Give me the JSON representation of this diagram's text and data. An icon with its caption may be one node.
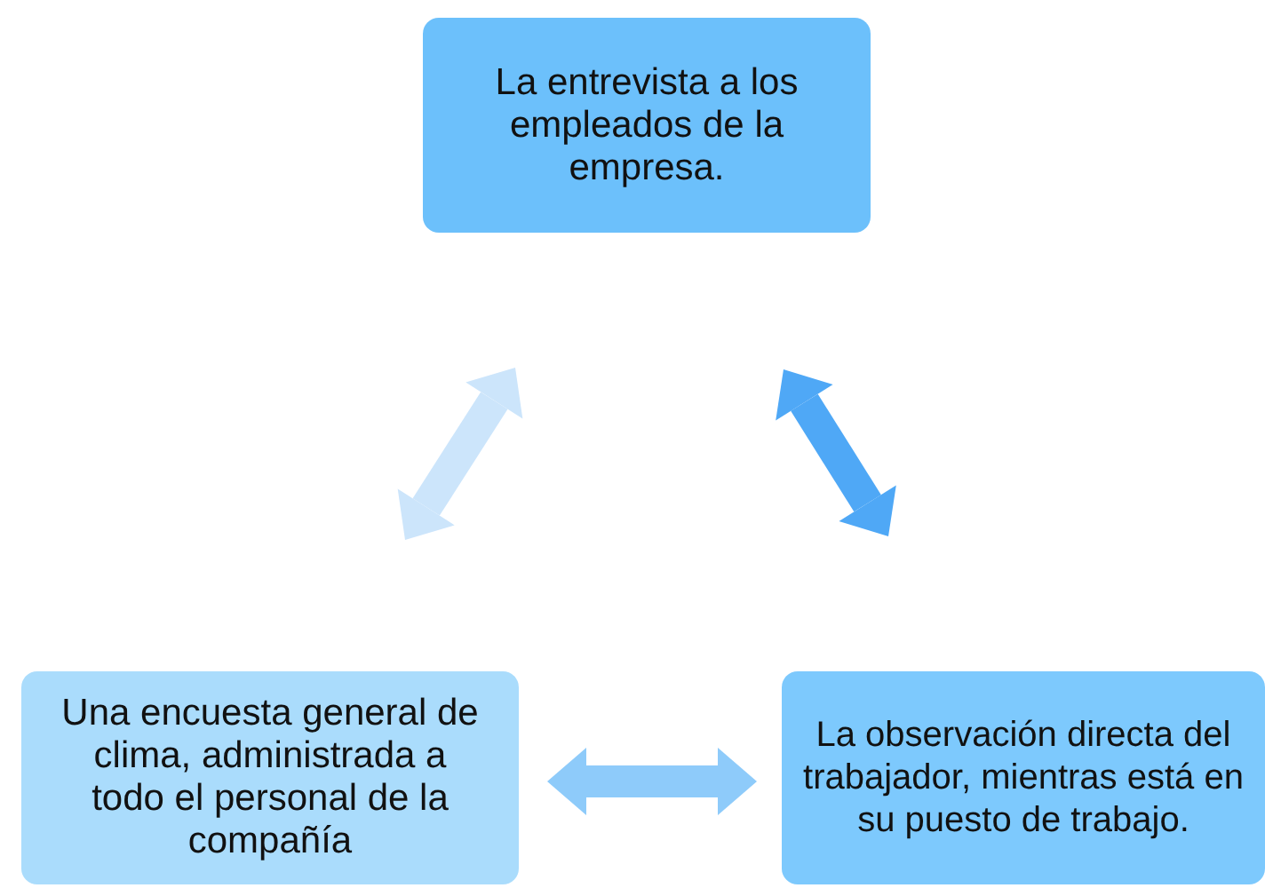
{
  "diagram": {
    "nodes": [
      {
        "text": [
          "La entrevista a los empleados de la empresa."
        ]
      },
      {
        "text": [
          "Una encuesta general de clima, administrada a todo el personal de la compañía"
        ]
      },
      {
        "text": [
          "La observación directa del trabajador, mientras está en su puesto de trabajo."
        ]
      }
    ],
    "edges": [
      {
        "from": 1,
        "to": 0,
        "arrow": "both",
        "color": "#cce5fb"
      },
      {
        "from": 0,
        "to": 2,
        "arrow": "both",
        "color": "#4fa8f6"
      },
      {
        "from": 1,
        "to": 2,
        "arrow": "both",
        "color": "#8ecbfa"
      }
    ]
  }
}
